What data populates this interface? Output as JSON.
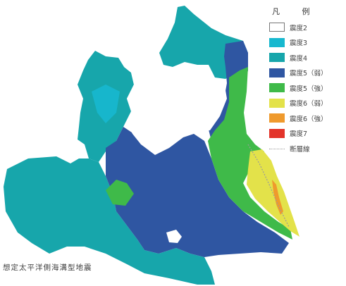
{
  "legend": {
    "title": "凡 例",
    "items": [
      {
        "label": "震度2",
        "color": "#ffffff",
        "border": true
      },
      {
        "label": "震度3",
        "color": "#17b8cf"
      },
      {
        "label": "震度4",
        "color": "#17a6ab"
      },
      {
        "label": "震度5（弱）",
        "color": "#2f56a2"
      },
      {
        "label": "震度5（強）",
        "color": "#3fba49"
      },
      {
        "label": "震度6（弱）",
        "color": "#e3e24a"
      },
      {
        "label": "震度6（強）",
        "color": "#ef9a2d"
      },
      {
        "label": "震度7",
        "color": "#e3342a"
      },
      {
        "label": "断層線",
        "color": "#9a9a9a",
        "dotted": true
      }
    ]
  },
  "caption": "想定太平洋側海溝型地震"
}
